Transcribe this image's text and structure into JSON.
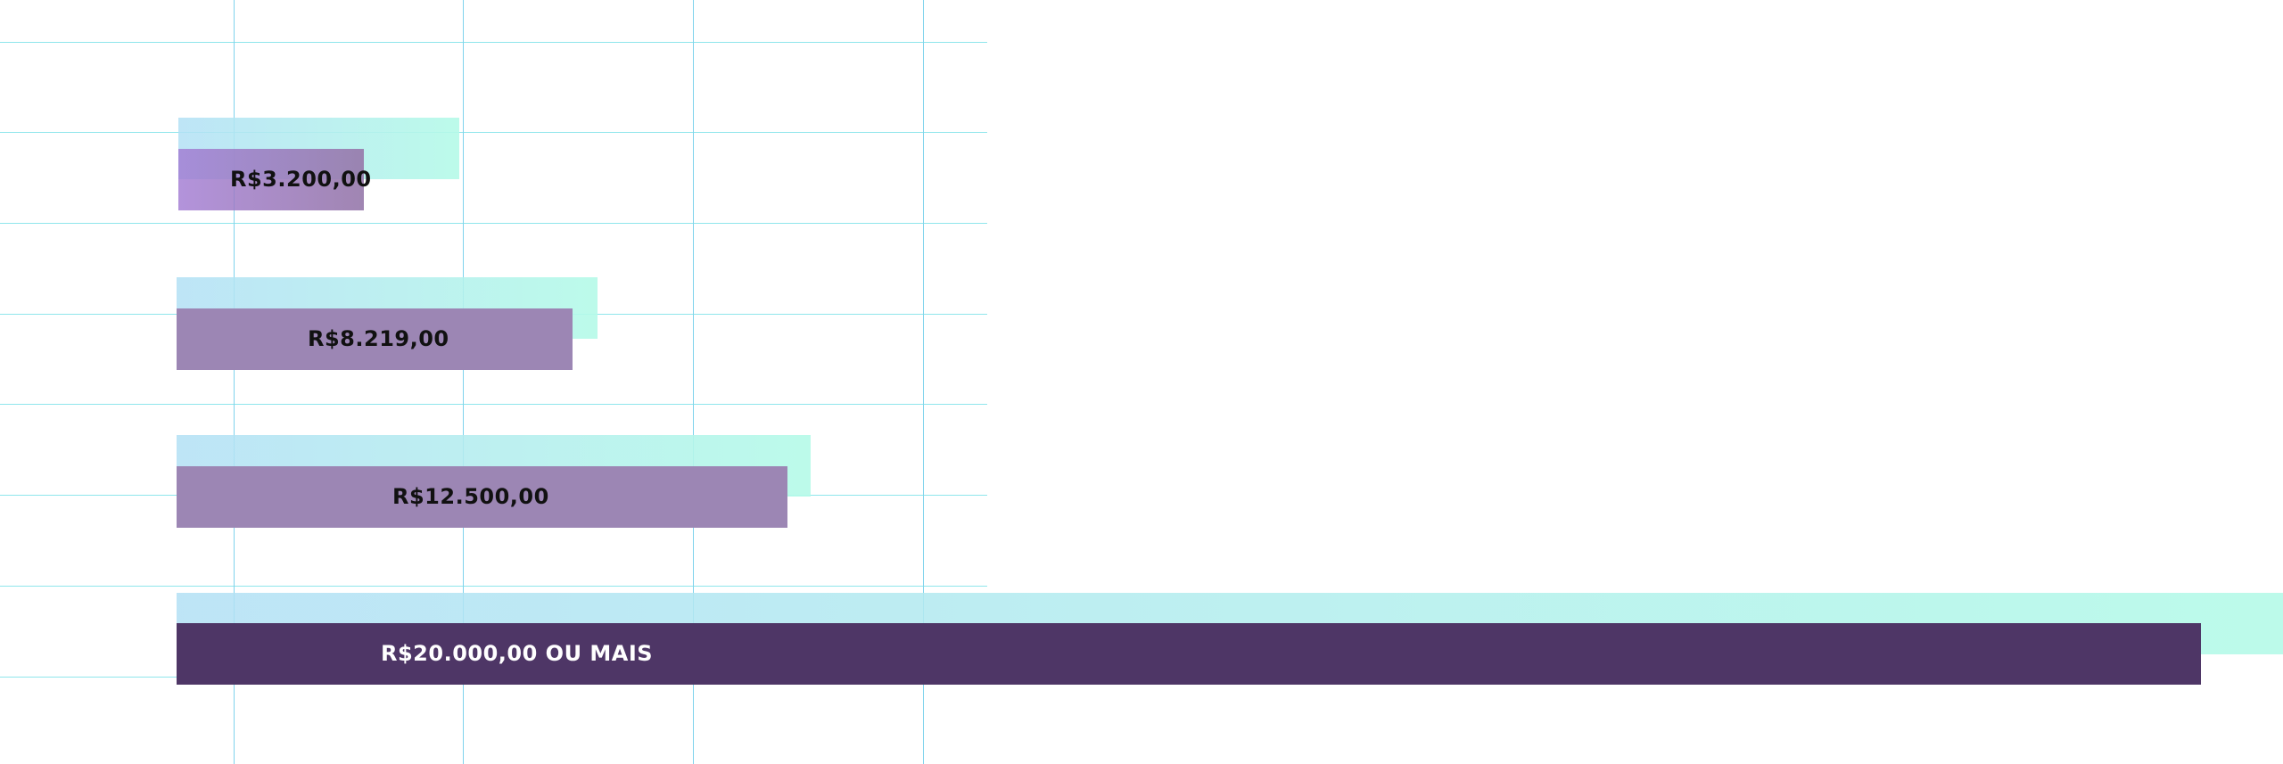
{
  "chart_data": {
    "type": "bar",
    "orientation": "horizontal",
    "categories": [
      "R$3.200,00",
      "R$8.219,00",
      "R$12.500,00",
      "R$20.000,00 OU MAIS"
    ],
    "values": [
      3200,
      8219,
      12500,
      20000
    ],
    "title": "",
    "xlabel": "",
    "ylabel": "",
    "grid": true,
    "colors": {
      "back": "#bdf7e8",
      "front": "#9c86b4",
      "highlight": "#4e3666"
    }
  }
}
